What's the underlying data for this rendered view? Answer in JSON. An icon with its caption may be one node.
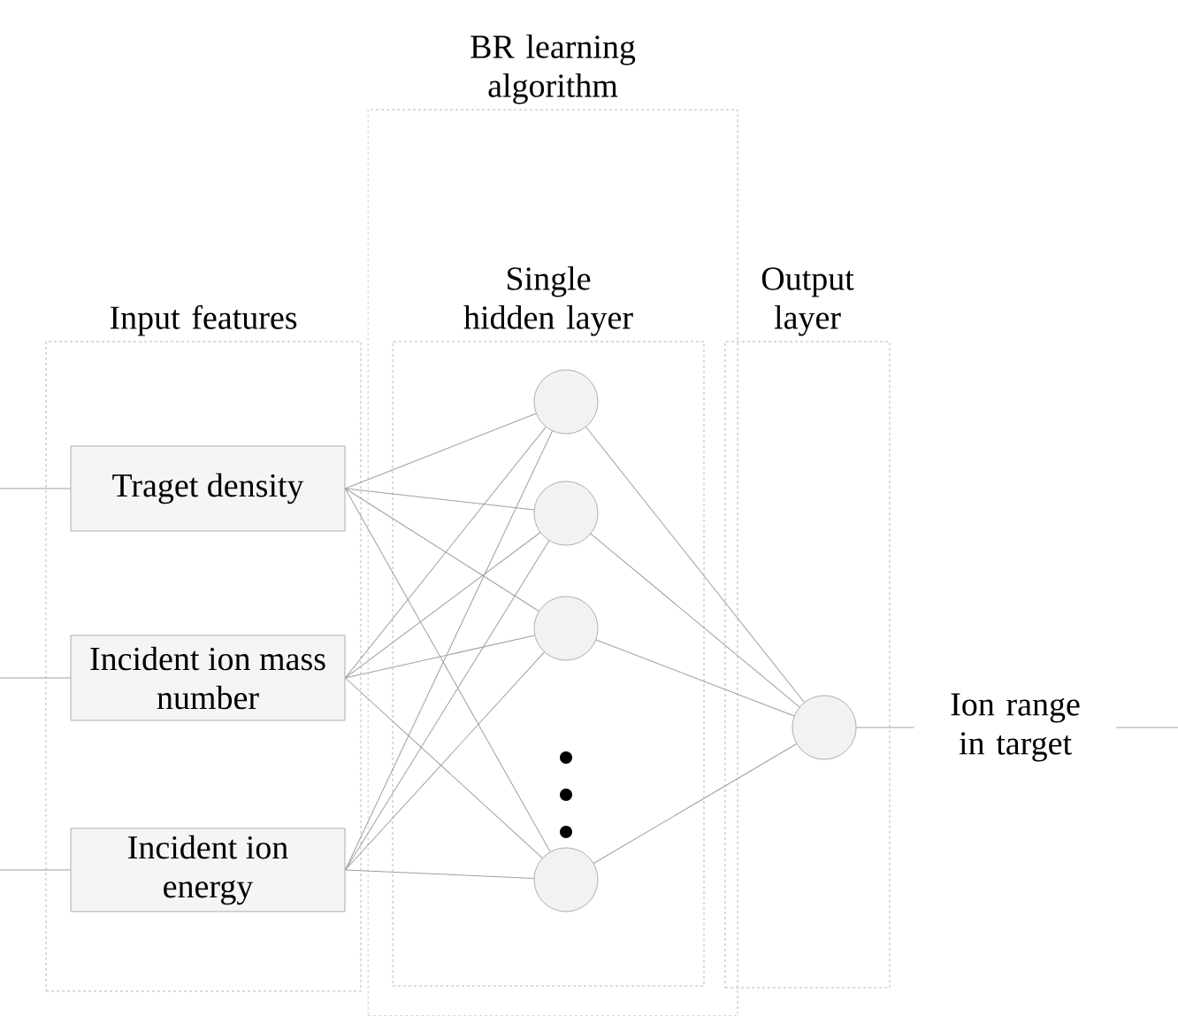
{
  "diagram": {
    "nodes": [
      {
        "text": [
          "Input features"
        ]
      },
      {
        "text": [
          "Traget density"
        ],
        "in": 0
      },
      {
        "text": [
          "Incident ion mass number"
        ],
        "in": 0
      },
      {
        "text": [
          "Incident ion energy"
        ],
        "in": 0
      },
      {
        "text": [
          "BR learning algorithm"
        ]
      },
      {
        "text": [
          "Single hidden layer"
        ],
        "in": 4
      },
      {
        "text": [],
        "shape": "circle",
        "in": 5
      },
      {
        "text": [],
        "shape": "circle",
        "in": 5
      },
      {
        "text": [],
        "shape": "circle",
        "in": 5
      },
      {
        "text": [],
        "shape": "circle",
        "in": 5
      },
      {
        "text": [
          "Output layer"
        ]
      },
      {
        "text": [],
        "shape": "circle",
        "in": 10
      },
      {
        "text": [
          "Ion range in target"
        ]
      }
    ],
    "edges": [
      {
        "from": null,
        "to": 1,
        "arrow": "none"
      },
      {
        "from": null,
        "to": 2,
        "arrow": "none"
      },
      {
        "from": null,
        "to": 3,
        "arrow": "none"
      },
      {
        "from": 1,
        "to": 6,
        "arrow": "none"
      },
      {
        "from": 1,
        "to": 7,
        "arrow": "none"
      },
      {
        "from": 1,
        "to": 8,
        "arrow": "none"
      },
      {
        "from": 1,
        "to": 9,
        "arrow": "none"
      },
      {
        "from": 2,
        "to": 6,
        "arrow": "none"
      },
      {
        "from": 2,
        "to": 7,
        "arrow": "none"
      },
      {
        "from": 2,
        "to": 8,
        "arrow": "none"
      },
      {
        "from": 2,
        "to": 9,
        "arrow": "none"
      },
      {
        "from": 3,
        "to": 6,
        "arrow": "none"
      },
      {
        "from": 3,
        "to": 7,
        "arrow": "none"
      },
      {
        "from": 3,
        "to": 8,
        "arrow": "none"
      },
      {
        "from": 3,
        "to": 9,
        "arrow": "none"
      },
      {
        "from": 6,
        "to": 11,
        "arrow": "none"
      },
      {
        "from": 7,
        "to": 11,
        "arrow": "none"
      },
      {
        "from": 8,
        "to": 11,
        "arrow": "none"
      },
      {
        "from": 9,
        "to": 11,
        "arrow": "none"
      },
      {
        "from": 11,
        "to": 12,
        "arrow": "none"
      },
      {
        "from": 12,
        "to": null,
        "arrow": "none"
      }
    ]
  }
}
